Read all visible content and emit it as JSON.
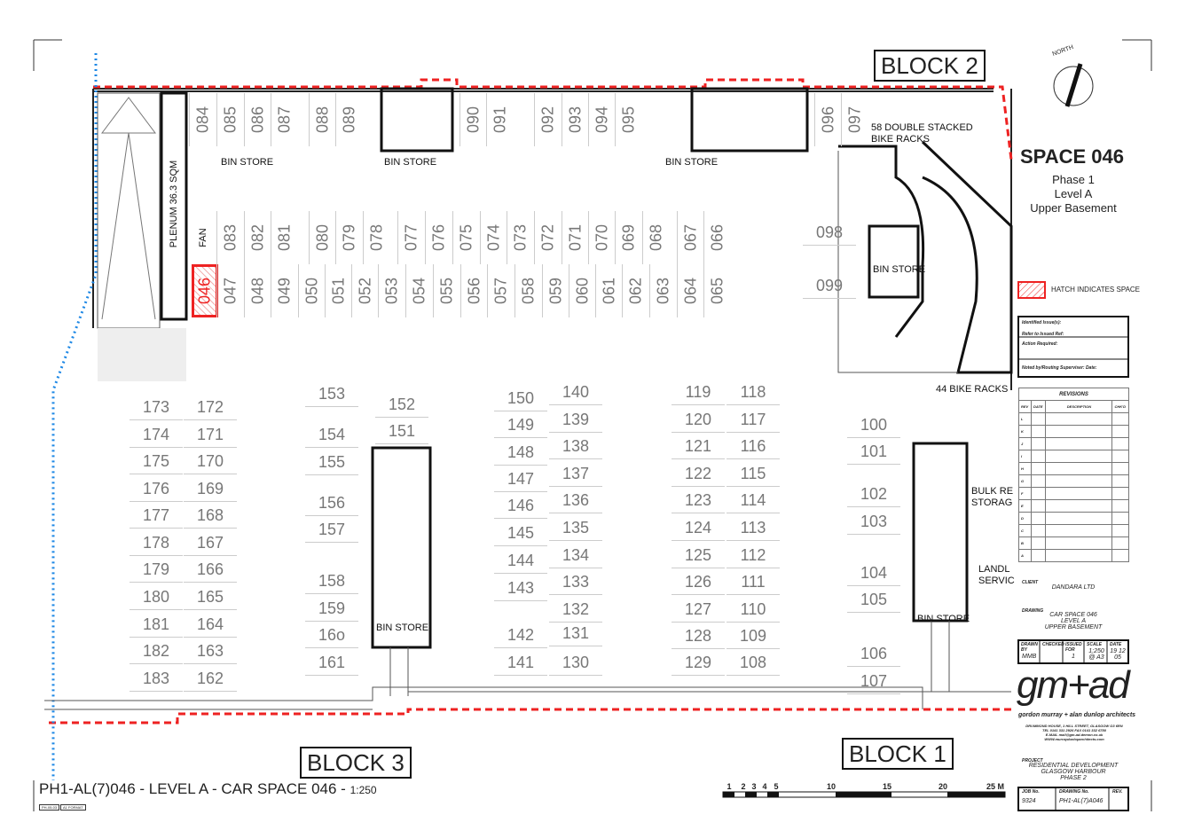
{
  "title": "PH1-AL(7)046 - LEVEL A - CAR SPACE 046 -",
  "title_scale": "1:250",
  "small_tags": [
    "PH-05-03",
    "A1 FORMAT"
  ],
  "blocks": {
    "block1": "BLOCK 1",
    "block2": "BLOCK 2",
    "block3": "BLOCK 3"
  },
  "north": "NORTH",
  "space": {
    "heading": "SPACE 046",
    "phase": "Phase 1",
    "level": "Level A",
    "area": "Upper Basement"
  },
  "legend": {
    "text": "HATCH INDICATES SPACE",
    "color": "#e22222"
  },
  "labels": {
    "bin_store": "BIN STORE",
    "plenum": "PLENUM 36.3 SQM",
    "fan": "FAN",
    "bike_racks_58": "58 DOUBLE STACKED",
    "bike_racks_58b": "BIKE RACKS",
    "bike_racks_44": "44 BIKE RACKS",
    "bulk_refuse_1": "BULK RE",
    "bulk_refuse_2": "STORAG",
    "landlord_1": "LANDL",
    "landlord_2": "SERVIC"
  },
  "bays": {
    "highlighted": "046",
    "top_row": [
      "084",
      "085",
      "086",
      "087",
      "088",
      "089",
      "090",
      "091",
      "092",
      "093",
      "094",
      "095",
      "096",
      "097"
    ],
    "mid_upper": [
      "083",
      "082",
      "081",
      "080",
      "079",
      "078",
      "077",
      "076",
      "075",
      "074",
      "073",
      "072",
      "071",
      "070",
      "069",
      "068",
      "067",
      "066"
    ],
    "mid_lower": [
      "046",
      "047",
      "048",
      "049",
      "050",
      "051",
      "052",
      "053",
      "054",
      "055",
      "056",
      "057",
      "058",
      "059",
      "060",
      "061",
      "062",
      "063",
      "064",
      "065"
    ],
    "east_pair": [
      "098",
      "099"
    ],
    "col_a": [
      "173",
      "174",
      "175",
      "176",
      "177",
      "178",
      "179",
      "180",
      "181",
      "182",
      "183"
    ],
    "col_b": [
      "172",
      "171",
      "170",
      "169",
      "168",
      "167",
      "166",
      "165",
      "164",
      "163",
      "162"
    ],
    "col_c": [
      "153",
      "154",
      "155",
      "156",
      "157",
      "158",
      "159",
      "16o",
      "161"
    ],
    "col_d": [
      "152",
      "151"
    ],
    "col_e": [
      "150",
      "149",
      "148",
      "147",
      "146",
      "145",
      "144",
      "143",
      "142",
      "141"
    ],
    "col_f": [
      "140",
      "139",
      "138",
      "137",
      "136",
      "135",
      "134",
      "133",
      "132",
      "131",
      "130"
    ],
    "col_g": [
      "119",
      "120",
      "121",
      "122",
      "123",
      "124",
      "125",
      "126",
      "127",
      "128",
      "129"
    ],
    "col_h": [
      "118",
      "117",
      "116",
      "115",
      "114",
      "113",
      "112",
      "111",
      "110",
      "109",
      "108"
    ],
    "col_i": [
      "100",
      "101",
      "102",
      "103",
      "104",
      "105",
      "106",
      "107"
    ]
  },
  "scale_bar": {
    "ticks": [
      "1",
      "2",
      "3",
      "4",
      "5",
      "10",
      "15",
      "20",
      "25 M"
    ]
  },
  "title_block": {
    "notes": [
      "Identified Issue(s):",
      "Refer to Issued Ref:",
      "Action Required:",
      "Noted by/Routing Superviser:   Date:"
    ],
    "revisions_title": "REVISIONS",
    "rev_headers": [
      "REV",
      "DATE",
      "DESCRIPTION",
      "CHK'D"
    ],
    "revs": [
      "L",
      "K",
      "J",
      "I",
      "H",
      "G",
      "F",
      "E",
      "D",
      "C",
      "B",
      "A"
    ],
    "client_label": "CLIENT",
    "client": "DANDARA LTD",
    "drawing_label": "DRAWING",
    "drawing": [
      "CAR SPACE 046",
      "LEVEL A",
      "UPPER BASEMENT"
    ],
    "drawn_by_label": "DRAWN BY",
    "drawn_by": "MMB",
    "checked_label": "CHECKED",
    "issued_label": "ISSUED FOR",
    "issued": "1",
    "scale_label": "SCALE",
    "scale": "1:250 @ A3",
    "date_label": "DATE",
    "date": "19 12 05",
    "logo": "gm+ad",
    "firm": "gordon murray + alan dunlop architects",
    "address": [
      "DRUMMOND HOUSE, 1 HILL STREET, GLASGOW G3 6RN",
      "TEL 0141 331 2926 FAX 0141 332 6780",
      "E-MAIL mail@gm-ad.demon.co.uk",
      "WWW.murraydunloparchitects.com"
    ],
    "project_label": "PROJECT",
    "project": [
      "RESIDENTIAL DEVELOPMENT",
      "GLASGOW HARBOUR",
      "PHASE 2"
    ],
    "job_label": "JOB No.",
    "job": "9324",
    "drawing_no_label": "DRAWING No.",
    "drawing_no": "PH1-AL(7)A046",
    "rev_label": "REV."
  }
}
